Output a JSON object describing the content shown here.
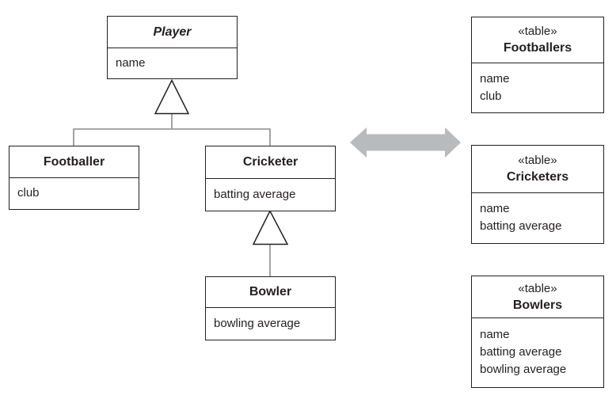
{
  "classes": [
    {
      "title": "Player",
      "attributes": [
        "name"
      ]
    },
    {
      "title": "Footballer",
      "attributes": [
        "club"
      ]
    },
    {
      "title": "Cricketer",
      "attributes": [
        "batting average"
      ]
    },
    {
      "title": "Bowler",
      "attributes": [
        "bowling average"
      ]
    }
  ],
  "tables": [
    {
      "stereotype": "«table»",
      "title": "Footballers",
      "attributes": [
        "name",
        "club"
      ]
    },
    {
      "stereotype": "«table»",
      "title": "Cricketers",
      "attributes": [
        "name",
        "batting average"
      ]
    },
    {
      "stereotype": "«table»",
      "title": "Bowlers",
      "attributes": [
        "name",
        "batting average",
        "bowling average"
      ]
    }
  ],
  "colors": {
    "arrow": "#b9babc",
    "connector": "#8c8c8c",
    "border": "#231f20",
    "background": "#ffffff"
  }
}
